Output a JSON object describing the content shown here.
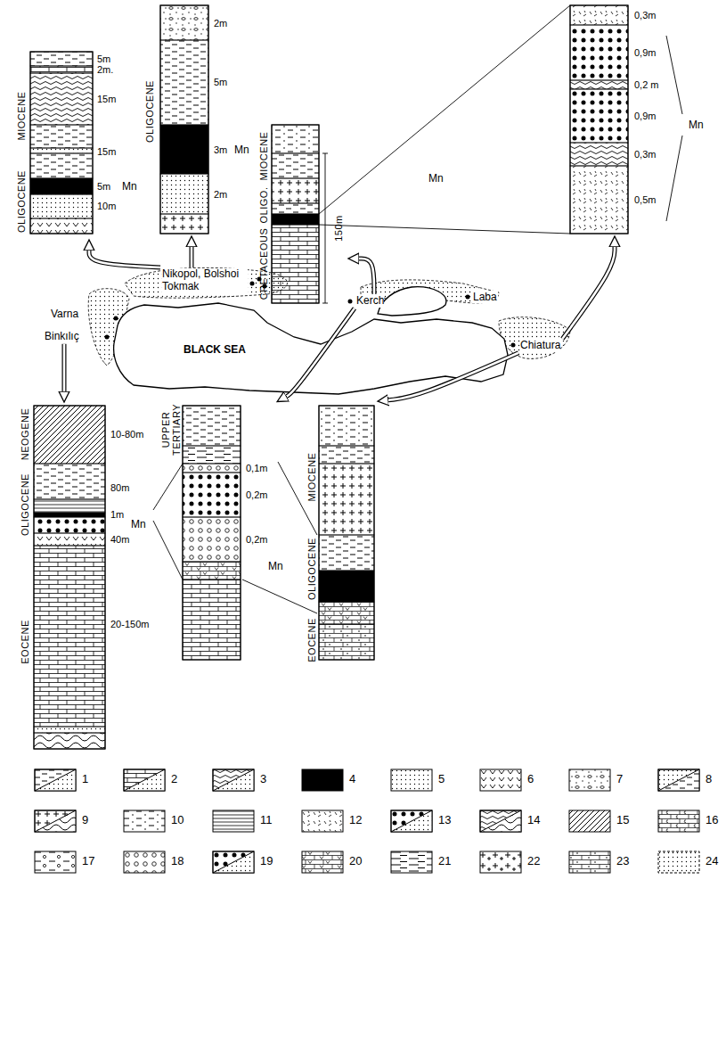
{
  "diagram": {
    "nodes": [
      {
        "text": [
          "MIOCENE",
          "OLIGOCENE",
          "5m",
          "2m.",
          "15m",
          "15m",
          "5m",
          "10m"
        ]
      },
      {
        "text": [
          "OLIGOCENE",
          "2m",
          "5m",
          "3m",
          "2m"
        ]
      },
      {
        "text": [
          "MIOCENE",
          "OLIGO.",
          "CRETACEOUS",
          "150m"
        ]
      },
      {
        "text": [
          "0,3m",
          "0,9m",
          "0,2 m",
          "0,9m",
          "0,3m",
          "0,5m"
        ]
      },
      {
        "text": [
          "Nikopol, Bolshoi Tokmak"
        ]
      },
      {
        "text": [
          "Binkılıç"
        ]
      },
      {
        "text": [
          "Kerch"
        ]
      },
      {
        "text": [
          "Chiatura"
        ]
      },
      {
        "text": [
          "NEOGENE",
          "OLIGOCENE",
          "EOCENE",
          "10-80m",
          "80m",
          "1m",
          "40m",
          "20-150m"
        ]
      },
      {
        "text": [
          "UPPER TERTIARY",
          "0,1m",
          "0,2m",
          "0,2m"
        ]
      },
      {
        "text": [
          "MIOCENE",
          "OLIGOCENE",
          "EOCENE"
        ]
      }
    ],
    "edges": [
      {
        "from": 4,
        "to": 0,
        "arrow": "to"
      },
      {
        "from": 4,
        "to": 1,
        "arrow": "to"
      },
      {
        "from": 6,
        "to": 2,
        "arrow": "to"
      },
      {
        "from": 7,
        "to": 3,
        "arrow": "to"
      },
      {
        "from": 6,
        "to": 9,
        "arrow": "to"
      },
      {
        "from": 7,
        "to": 10,
        "arrow": "to"
      },
      {
        "from": 5,
        "to": 8,
        "arrow": "to"
      }
    ],
    "labels": [
      "Mn",
      "Mn",
      "Mn",
      "Mn",
      "Varna",
      "Laba",
      "BLACK SEA",
      "Mn",
      "Mn"
    ],
    "legend": [
      {
        "text": "1"
      },
      {
        "text": "2"
      },
      {
        "text": "3"
      },
      {
        "text": "4"
      },
      {
        "text": "5"
      },
      {
        "text": "6"
      },
      {
        "text": "7"
      },
      {
        "text": "8"
      },
      {
        "text": "9"
      },
      {
        "text": "10"
      },
      {
        "text": "11"
      },
      {
        "text": "12"
      },
      {
        "text": "13"
      },
      {
        "text": "14"
      },
      {
        "text": "15"
      },
      {
        "text": "16"
      },
      {
        "text": "17"
      },
      {
        "text": "18"
      },
      {
        "text": "19"
      },
      {
        "text": "20"
      },
      {
        "text": "21"
      },
      {
        "text": "22"
      },
      {
        "text": "23"
      },
      {
        "text": "24"
      }
    ]
  }
}
